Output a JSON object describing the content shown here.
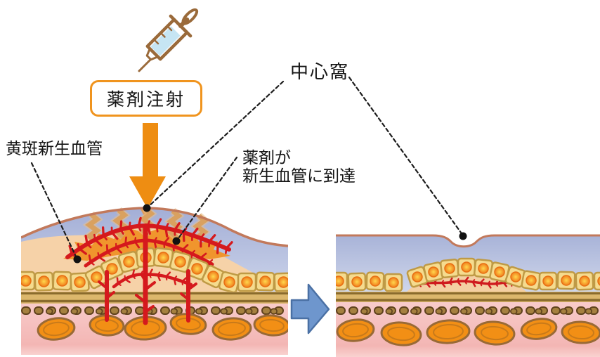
{
  "page": {
    "background": "#ffffff"
  },
  "labels": {
    "injection": "薬剤注射",
    "fovea": "中心窩",
    "macular_neovascularization": "黄斑新生血管",
    "drug_reach_line1": "薬剤が",
    "drug_reach_line2": "新生血管に到達"
  },
  "icons": {
    "syringe": "syringe-icon",
    "injection_arrow": "arrow-down-icon",
    "transition_arrow": "arrow-right-icon",
    "leader_dots": "dot-marker"
  },
  "colors": {
    "accent_orange": "#f0941e",
    "injection_arrow_orange": "#ee8d12",
    "vessel_red": "#d5191d",
    "retina_surface_brown": "#c2795b",
    "vitreous_blue": "#a8b2d8",
    "subretinal_peach": "#f6d2a8",
    "rpe_cell_yellow": "#f5db8e",
    "bruch_membrane_brown": "#8a6b2d",
    "choroid_pink": "#f8cbca",
    "choroid_vessel_orange": "#f28f15",
    "transition_arrow_blue": "#6e96cd",
    "drug_tan": "#d9a160",
    "drug_splash_orange": "#f0952d",
    "leader_line_black": "#1c1c1c"
  }
}
